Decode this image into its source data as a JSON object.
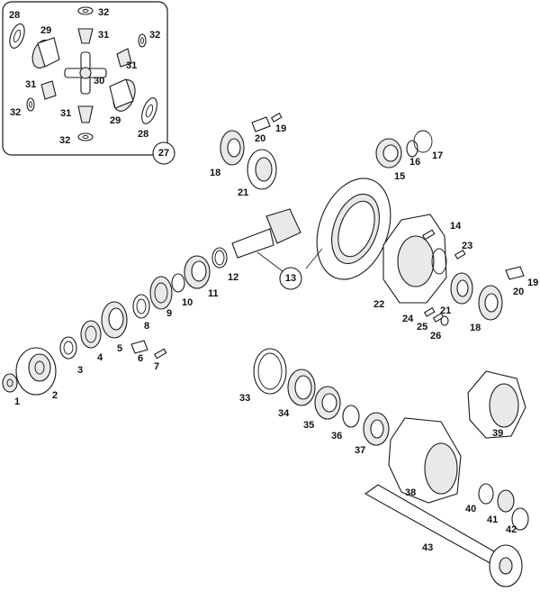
{
  "labels": {
    "p1": "1",
    "p2": "2",
    "p3": "3",
    "p4": "4",
    "p5": "5",
    "p6": "6",
    "p7": "7",
    "p8": "8",
    "p9": "9",
    "p10": "10",
    "p11": "11",
    "p12": "12",
    "p13": "13",
    "p14": "14",
    "p15": "15",
    "p16": "16",
    "p17": "17",
    "p18a": "18",
    "p18b": "18",
    "p19a": "19",
    "p19b": "19",
    "p20a": "20",
    "p20b": "20",
    "p21a": "21",
    "p21b": "21",
    "p22": "22",
    "p23": "23",
    "p24": "24",
    "p25": "25",
    "p26": "26",
    "p27": "27",
    "p28a": "28",
    "p28b": "28",
    "p29a": "29",
    "p29b": "29",
    "p30": "30",
    "p31a": "31",
    "p31b": "31",
    "p31c": "31",
    "p31d": "31",
    "p32a": "32",
    "p32b": "32",
    "p32c": "32",
    "p32d": "32",
    "p33": "33",
    "p34": "34",
    "p35": "35",
    "p36": "36",
    "p37": "37",
    "p38": "38",
    "p39": "39",
    "p40": "40",
    "p41": "41",
    "p42": "42",
    "p43": "43"
  }
}
